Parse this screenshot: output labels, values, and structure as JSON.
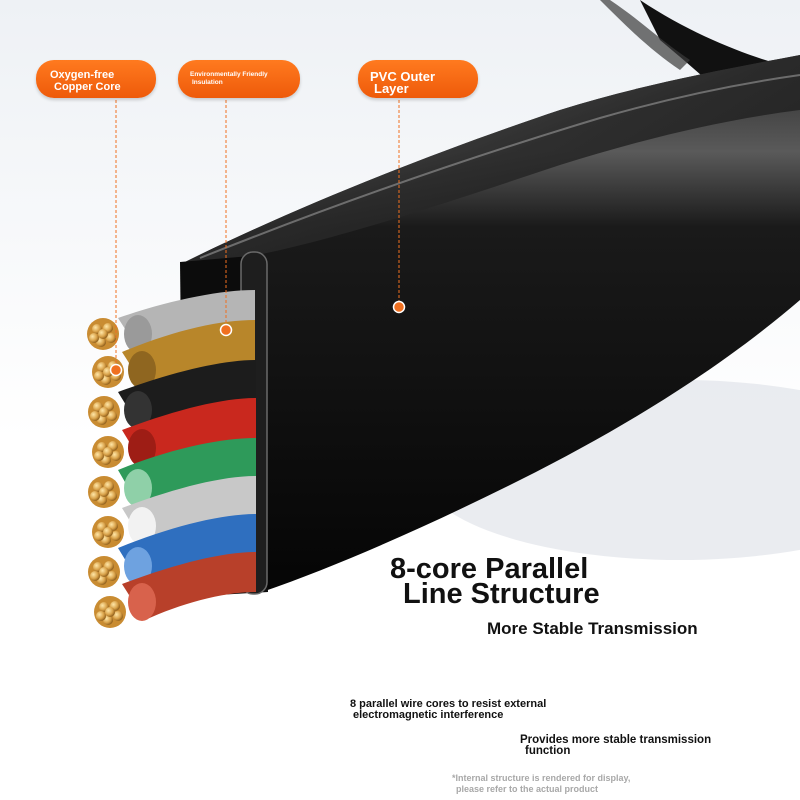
{
  "callouts": {
    "copper": {
      "line1": "Oxygen-free",
      "line2": "Copper Core"
    },
    "insulation": {
      "line1": "Environmentally Friendly",
      "line2": "Insulation"
    },
    "pvc": {
      "line1": "PVC Outer",
      "line2": "Layer"
    }
  },
  "headline": {
    "line1": "8-core Parallel",
    "line2": "Line Structure"
  },
  "subheadline": "More Stable Transmission",
  "features": [
    {
      "line1": "8 parallel wire cores to resist external",
      "line2": "electromagnetic interference"
    },
    {
      "line1": "Provides more stable transmission",
      "line2": "function"
    }
  ],
  "disclaimer": {
    "line1": "*Internal structure is rendered for display,",
    "line2": "please refer to the actual product"
  },
  "colors": {
    "accent": "#F06010",
    "jacket": "#0D0D0D",
    "copper": "#D9A24A",
    "wires": [
      "#B5B5B5",
      "#B8862A",
      "#1A1A1A",
      "#C9281E",
      "#2E9A5A",
      "#C8C8C8",
      "#2F6FBF",
      "#B8402A"
    ]
  }
}
